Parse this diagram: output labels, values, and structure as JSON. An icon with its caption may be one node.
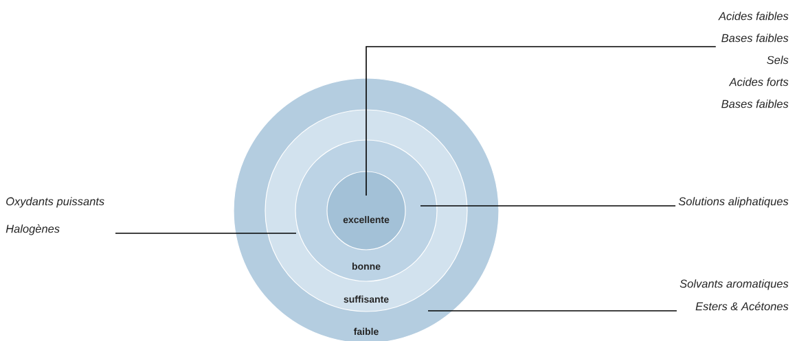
{
  "diagram": {
    "nodes": [
      {
        "text": [
          "faible"
        ]
      },
      {
        "text": [
          "suffisante"
        ],
        "in": 0
      },
      {
        "text": [
          "bonne"
        ],
        "in": 1
      },
      {
        "text": [
          "excellente"
        ],
        "in": 2
      },
      {
        "text": [
          "Acides faibles",
          "Bases faibles",
          "Sels",
          "Acides forts",
          "Bases faibles"
        ]
      },
      {
        "text": [
          "Oxydants puissants",
          "Halogènes"
        ]
      },
      {
        "text": [
          "Solutions aliphatiques"
        ]
      },
      {
        "text": [
          "Solvants aromatiques",
          "Esters & Acétones"
        ]
      }
    ],
    "edges": [
      {
        "from": 4,
        "to": 3,
        "arrow": "none"
      },
      {
        "from": 5,
        "to": 2,
        "arrow": "none"
      },
      {
        "from": 6,
        "to": 2,
        "arrow": "none"
      },
      {
        "from": 7,
        "to": 0,
        "arrow": "none"
      }
    ]
  }
}
